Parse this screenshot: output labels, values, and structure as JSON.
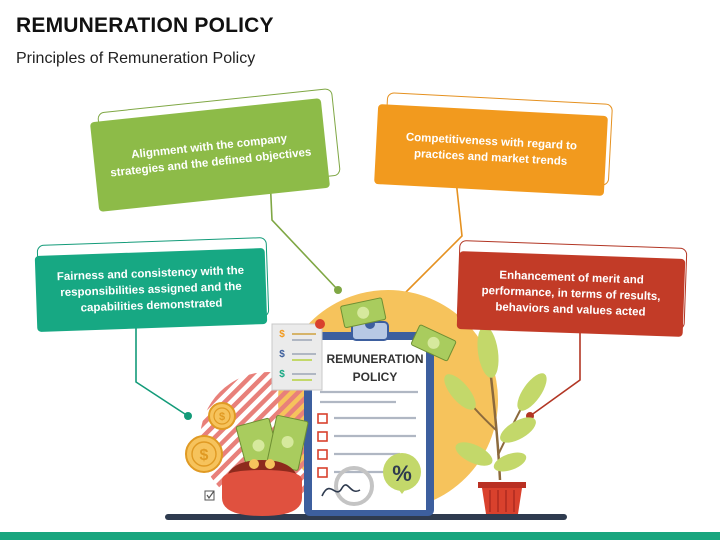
{
  "header": {
    "title": "REMUNERATION POLICY",
    "subtitle": "Principles of Remuneration Policy"
  },
  "principles": [
    {
      "label": "Alignment with the company strategies and the defined objectives",
      "color": "#8dbb48"
    },
    {
      "label": "Competitiveness with regard to practices and market trends",
      "color": "#f29a1e"
    },
    {
      "label": "Fairness and consistency with the responsibilities assigned and the capabilities demonstrated",
      "color": "#17a883"
    },
    {
      "label": "Enhancement of merit and performance, in terms of results, behaviors and values acted",
      "color": "#c23b27"
    }
  ],
  "illustration": {
    "document_title": "REMUNERATION POLICY",
    "percent_symbol": "%",
    "currency_symbol": "$"
  },
  "colors": {
    "accent_teal": "#19a57e",
    "circle_orange": "#f6c35c",
    "stripes_red": "#e8807a",
    "clipboard_blue": "#3d5f9e"
  }
}
